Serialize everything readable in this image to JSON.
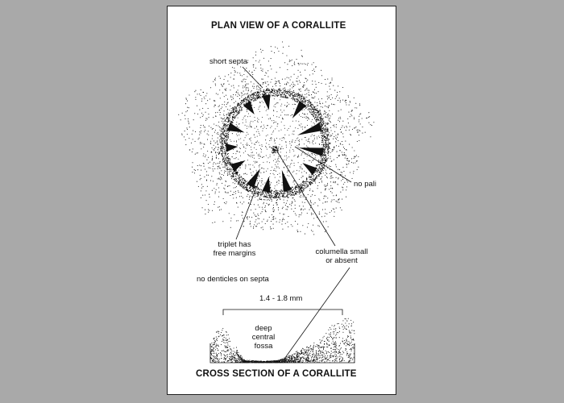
{
  "title_top": "PLAN VIEW OF A CORALLITE",
  "title_bottom": "CROSS SECTION OF A CORALLITE",
  "labels": {
    "short_septa": "short septa",
    "no_pali": "no pali",
    "triplet_line1": "triplet has",
    "triplet_line2": "free margins",
    "columella_line1": "columella small",
    "columella_line2": "or absent",
    "no_denticles": "no denticles on septa",
    "measurement": "1.4 - 1.8 mm",
    "fossa_line1": "deep",
    "fossa_line2": "central",
    "fossa_line3": "fossa"
  },
  "colors": {
    "background": "#a9a9a9",
    "panel": "#ffffff",
    "ink": "#111111"
  }
}
